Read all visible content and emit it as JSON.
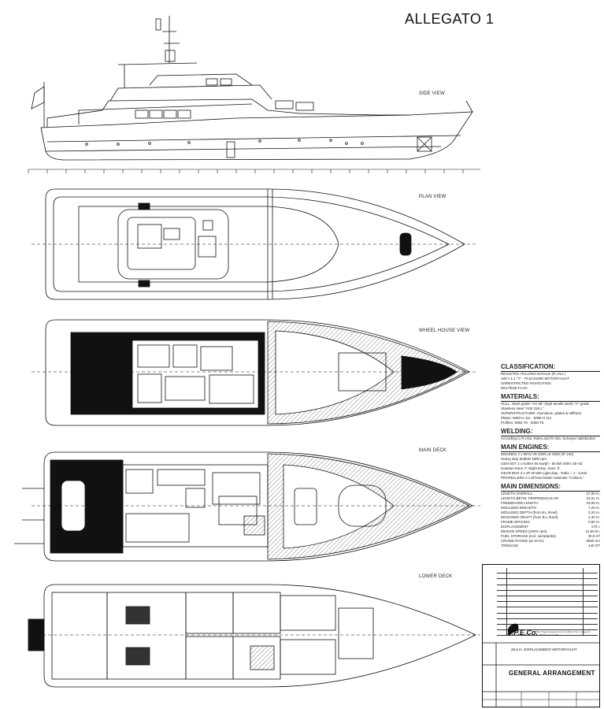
{
  "page": {
    "title": "ALLEGATO 1"
  },
  "views": {
    "side": "SIDE VIEW",
    "plan": "PLAN VIEW",
    "wheelhouse": "WHEEL HOUSE VIEW",
    "main_deck": "MAIN DECK",
    "lower_deck": "LOWER DECK"
  },
  "specs": {
    "classification": {
      "heading": "CLASSIFICATION:",
      "lines": [
        "REGISTRO ITALIANO NAVALE (R.I.NA.)",
        "100 A 1.1 \"Y\" - PLEASURE MOTORYACHT",
        "UNRESTRICTED NAVIGATION",
        "MALTESE FLAG"
      ]
    },
    "materials": {
      "heading": "MATERIALS:",
      "lines": [
        "HULL: Steel grade \"AH 36\" (high tensile steel) \"A\" grade",
        "Stainless steel \"AISI 316 L\"",
        "SUPERSTRUCTURE: Aluminium, plates & stiffners",
        "Plates: 5083 H 111 - 5086 H 111",
        "Profiles: 6082 T6 - 6060 T5"
      ]
    },
    "welding": {
      "heading": "WELDING:",
      "lines": [
        "According to R.I.Na. Rules and R.I.Na. Surveyor satisfaction"
      ]
    },
    "engines": {
      "heading": "MAIN ENGINES:",
      "lines": [
        "ENGINES 2 x MAN V8-1000 LE 2000 (IP 242)",
        "Heavy duty 600kW 1800 rpm",
        "GEN-SET 2 x Kohler 55 kw/ph - 50 kW 400V, 50 HZ",
        "Isolation trans. F. Night temp. trans. fr.",
        "GEAR BOX 2 x ZF W 500 Light duty , Ratio = 1 : 3,042",
        "PROPELLERS 2 x Ø fixed blade materials \"CUNIAL\""
      ]
    },
    "dimensions": {
      "heading": "MAIN DIMENSIONS:",
      "rows": [
        {
          "label": "LENGTH OVERALL",
          "value": "27,00 m."
        },
        {
          "label": "LENGTH BETW. PERPENDICULAR",
          "value": "23,21 m."
        },
        {
          "label": "FREEBOARD LENGTH",
          "value": "23,00 m."
        },
        {
          "label": "MOULDED BREADTH",
          "value": "7,20 m."
        },
        {
          "label": "MOULDED DEPTH (from B.L./Keel)",
          "value": "3,20 m."
        },
        {
          "label": "DESIGNED DRAFT (from B.L./Keel)",
          "value": "2,30 m."
        },
        {
          "label": "FRAME SPACING",
          "value": "0,50 m."
        },
        {
          "label": "DISPLACEMENT",
          "value": "170 t."
        },
        {
          "label": "DESIGN SPEED (100% rpm)",
          "value": "12,60 kn."
        },
        {
          "label": "FUEL STORAGE (incl. sumptanks)",
          "value": "30,5 m³"
        },
        {
          "label": "CRUISE RANGE (at 10 kn)",
          "value": "6500 nm"
        },
        {
          "label": "TONNAGE",
          "value": "140 GT"
        }
      ]
    }
  },
  "title_block": {
    "company": "S.P.E.Co.",
    "company_sub": "Ship Project Engineering Consulting  Via A. Vespucci 1 - 16129 Genova (IT)",
    "vessel": "26,8 m. DISPLACEMENT MOTORYACHT",
    "drawing_title": "GENERAL ARRANGEMENT"
  }
}
